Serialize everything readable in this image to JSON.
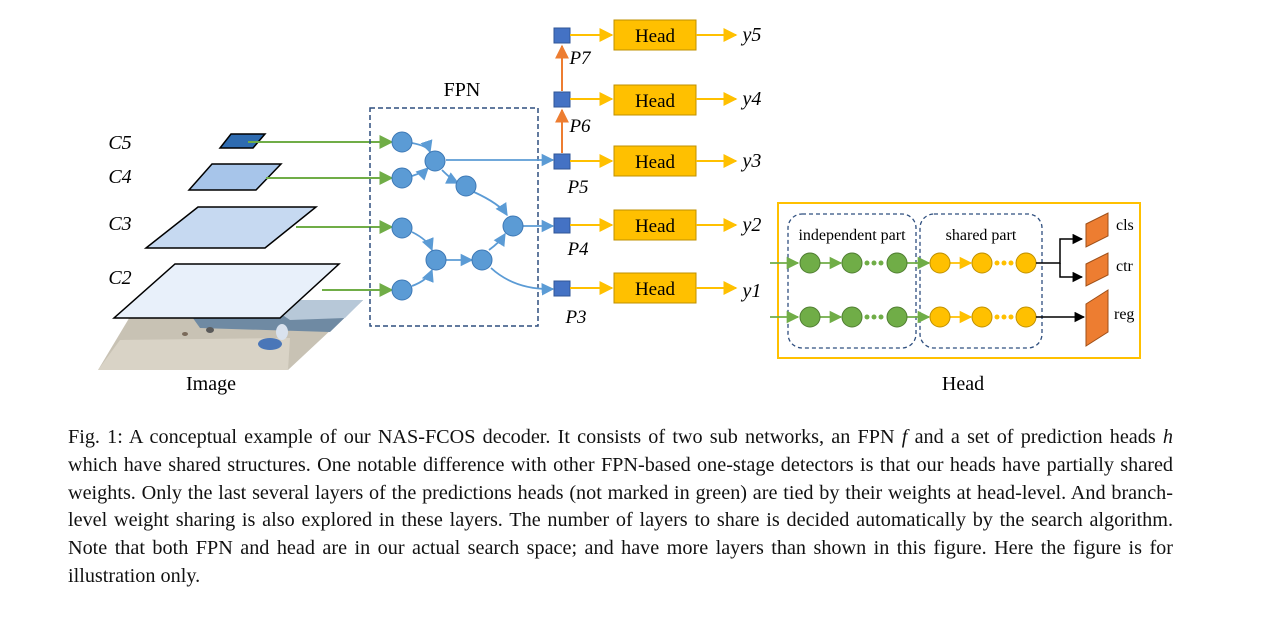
{
  "figure": {
    "backbone": {
      "levels": [
        "C5",
        "C4",
        "C3",
        "C2"
      ],
      "image_label": "Image"
    },
    "fpn": {
      "title": "FPN",
      "outputs": [
        "P7",
        "P6",
        "P5",
        "P4",
        "P3"
      ]
    },
    "heads": {
      "box_label": "Head",
      "outputs": [
        "y5",
        "y4",
        "y3",
        "y2",
        "y1"
      ]
    },
    "head_detail": {
      "independent_label": "independent part",
      "shared_label": "shared part",
      "branch_outputs": [
        "cls",
        "ctr",
        "reg"
      ],
      "caption_label": "Head"
    },
    "colors": {
      "node_blue": "#5b9bd5",
      "plane_blue": "#c6d9f1",
      "square_blue": "#4472c4",
      "head_orange": "#ffc000",
      "arrow_green": "#70ad47",
      "arrow_orange": "#ed7d31",
      "dashed_border": "#2f4f7f"
    }
  },
  "caption": {
    "label": "Fig. 1:",
    "text_before_f": "A conceptual example of our NAS-FCOS decoder. It consists of two sub networks, an FPN",
    "symbol_f": "f",
    "text_between": "and a set of prediction heads",
    "symbol_h": "h",
    "text_after_h": "which have shared structures. One notable difference with other FPN-based one-stage detectors is that our heads have partially shared weights. Only the last several layers of the predictions heads (not marked in green) are tied by their weights at head-level. And branch-level weight sharing is also explored in these layers. The number of layers to share is decided automatically by the search algorithm. Note that both FPN and head are in our actual search space; and have more layers than shown in this figure. Here the figure is for illustration only."
  }
}
